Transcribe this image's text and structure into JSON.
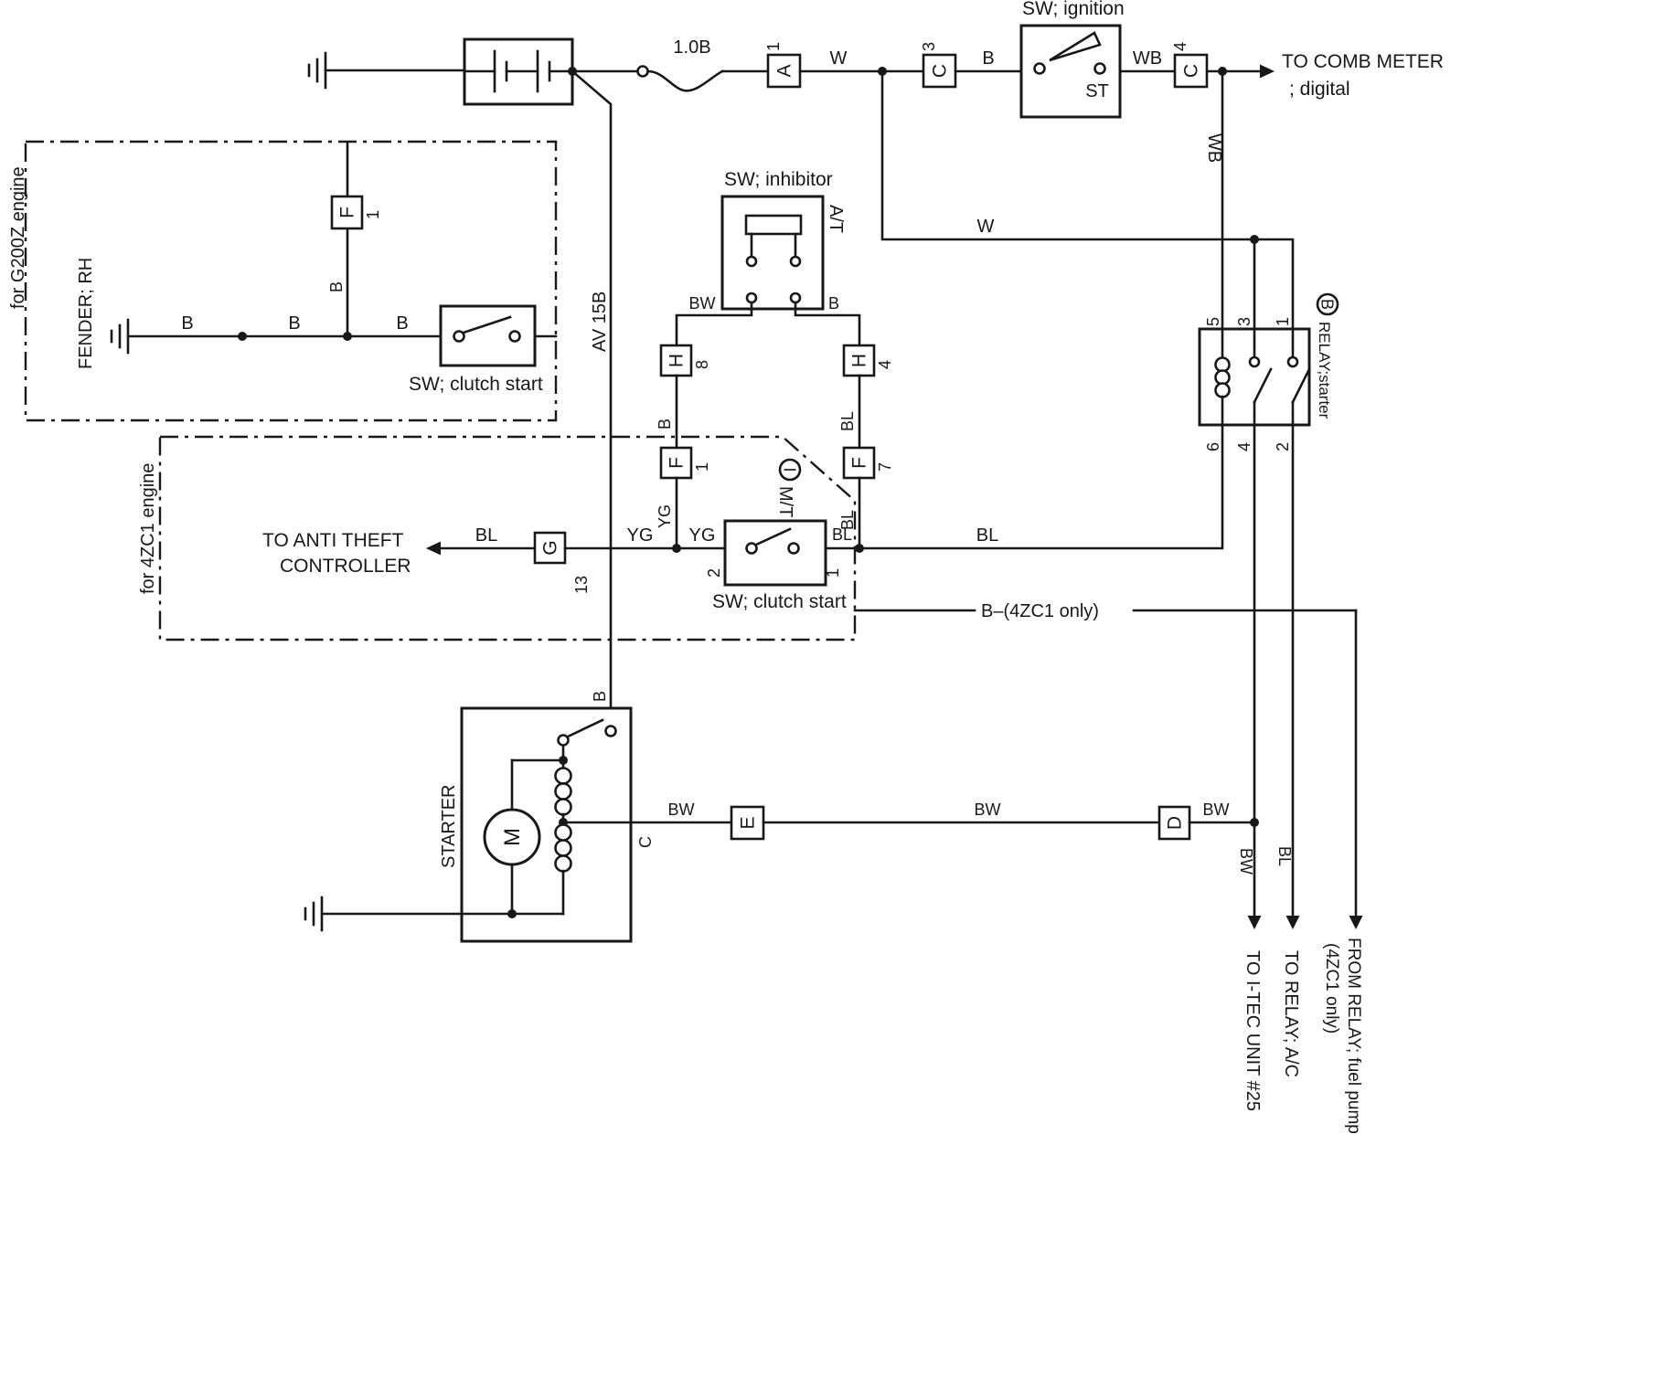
{
  "page": {
    "bg": "#ffffff",
    "ink": "#181818"
  },
  "top": {
    "fusible_link": "1.0B",
    "conn_a": "A",
    "conn_a_pin": "1",
    "wire_w": "W",
    "conn_c3": "C",
    "conn_c3_pin": "3",
    "wire_b": "B",
    "ignition_title": "SW; ignition",
    "ignition_st": "ST",
    "wire_wb": "WB",
    "conn_c4": "C",
    "conn_c4_pin": "4",
    "comb_meter_line1": "TO COMB METER",
    "comb_meter_line2": "; digital",
    "wire_wb_vertical": "WB",
    "wire_w_branch": "W"
  },
  "g200z": {
    "caption": "for G200Z engine",
    "fender": "FENDER; RH",
    "fuse_letter": "F",
    "fuse_pin": "1",
    "wire_b_fuse": "B",
    "wire_b_1": "B",
    "wire_b_2": "B",
    "wire_b_3": "B",
    "clutch_label": "SW; clutch start"
  },
  "feed": {
    "label": "AV 15B",
    "wire_b": "B"
  },
  "inhibitor": {
    "title": "SW; inhibitor",
    "at_label": "A/T",
    "wire_bw": "BW",
    "wire_b": "B",
    "conn_h8": "H",
    "conn_h8_pin": "8",
    "conn_h4": "H",
    "conn_h4_pin": "4",
    "wire_b_vert": "B",
    "wire_bl_vert": "BL",
    "conn_f1": "F",
    "conn_f1_pin": "1",
    "conn_f7": "F",
    "conn_f7_pin": "7",
    "wire_yg_vert": "YG",
    "wire_bl_vert2": "BL"
  },
  "zc1": {
    "caption": "for 4ZC1 engine",
    "antitheft_line1": "TO ANTI THEFT",
    "antitheft_line2": "CONTROLLER",
    "wire_bl": "BL",
    "conn_g": "G",
    "conn_g_pin": "13",
    "wire_yg_1": "YG",
    "wire_yg_2": "YG",
    "mt_badge": "I",
    "mt_label": "M/T",
    "clutch_pin_2": "2",
    "clutch_pin_1": "1",
    "clutch_label": "SW; clutch start",
    "wire_bl_2": "BL",
    "wire_bl_3": "BL",
    "b_only": "B–(4ZC1 only)"
  },
  "relay": {
    "badge": "B",
    "title": "RELAY;starter",
    "pin5": "5",
    "pin3": "3",
    "pin1": "1",
    "pin6": "6",
    "pin4": "4",
    "pin2": "2"
  },
  "starter": {
    "caption": "STARTER",
    "motor": "M",
    "terminal": "C"
  },
  "bottom": {
    "wire_bw_1": "BW",
    "conn_e": "E",
    "wire_bw_2": "BW",
    "conn_d": "D",
    "wire_bw_3": "BW",
    "wire_bw_vert": "BW",
    "wire_bl_vert": "BL",
    "itec": "TO I-TEC UNIT #25",
    "ac": "TO RELAY; A/C",
    "fuel_line1": "FROM RELAY; fuel pump",
    "fuel_line2": "(4ZC1 only)"
  }
}
